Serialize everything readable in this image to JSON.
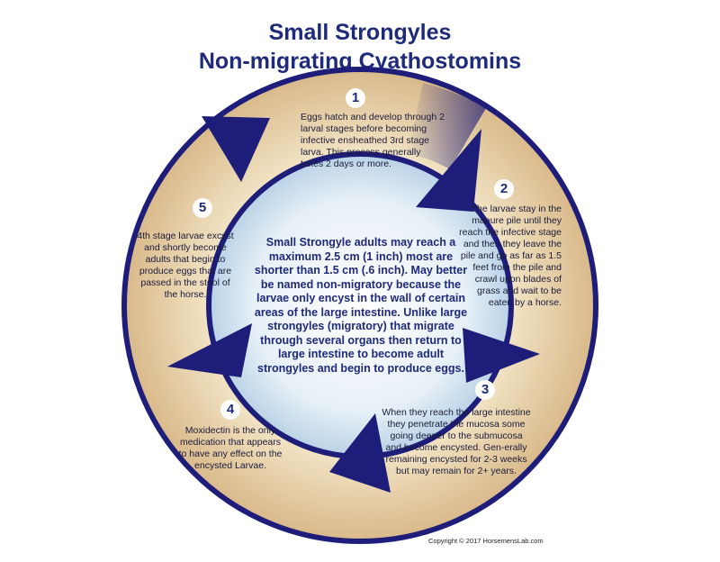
{
  "title_line1": "Small Strongyles",
  "title_line2": "Non-migrating Cyathostomins",
  "colors": {
    "title": "#1f2a7a",
    "arrow": "#1e1e7a",
    "ring": "#e8d3a8",
    "center": "#dce9f2"
  },
  "stages": [
    {
      "number": "1",
      "text": "Eggs hatch and develop through 2 larval stages before becoming infective ensheathed 3rd stage larva.  This process generally takes 2 days or more."
    },
    {
      "number": "2",
      "text": "The larvae stay in the manure pile until they reach the infective stage and then they leave the pile and go as far as 1.5 feet from the pile and crawl upon blades of grass and wait to be eaten by a horse."
    },
    {
      "number": "3",
      "text": "When they reach the large intestine they penetrate the mucosa some going deeper to the submucosa and become encysted.  Gen-erally remaining encysted for 2-3 weeks but may remain for 2+ years."
    },
    {
      "number": "4",
      "text": "Moxidectin is the only medication that appears to have any effect on the encysted Larvae."
    },
    {
      "number": "5",
      "text": "4th stage larvae excyst and shortly become adults that begin to produce eggs that are passed in the stool of the horse."
    }
  ],
  "center_text": "Small Strongyle adults may reach a maximum 2.5 cm (1 inch) most are shorter than 1.5 cm (.6 inch). May better be named non-migratory because the larvae only encyst in the wall of certain areas of the large intestine. Unlike large strongyles (migratory) that migrate through several organs then return to large intestine to become adult strongyles and begin to produce eggs.",
  "copyright": "Copyright © 2017 HorsemensLab.com"
}
